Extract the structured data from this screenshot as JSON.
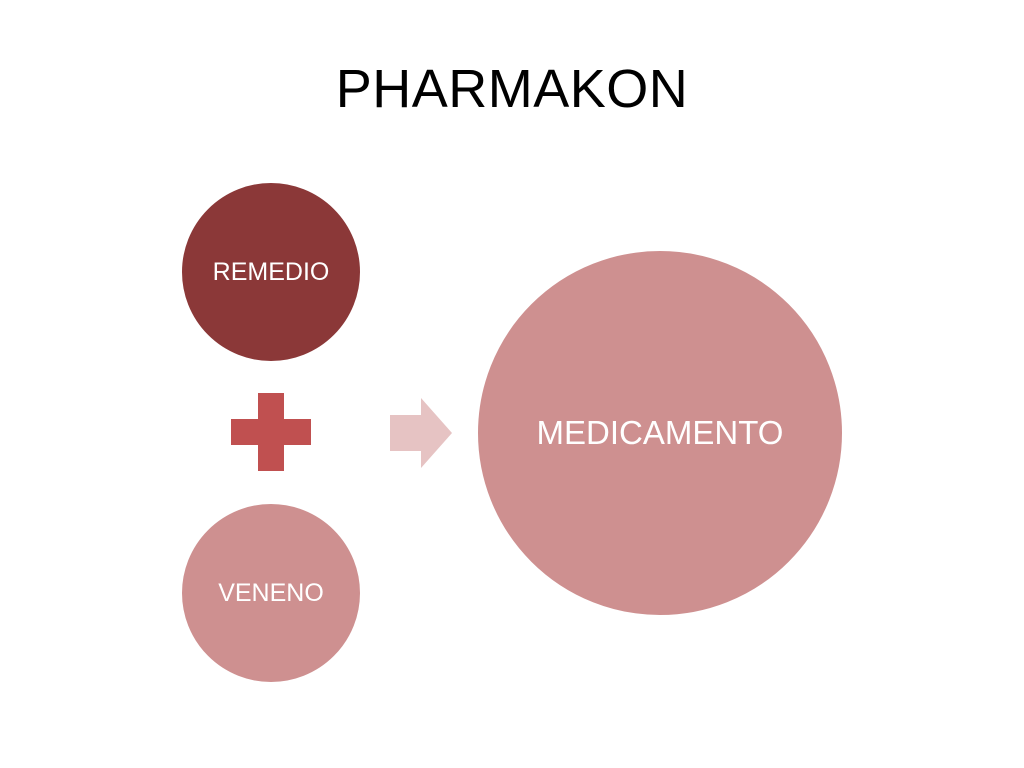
{
  "slide": {
    "title": "PHARMAKON"
  },
  "diagram": {
    "nodes": [
      {
        "id": "remedio",
        "label": "REMEDIO",
        "color": "#8B3838"
      },
      {
        "id": "veneno",
        "label": "VENENO",
        "color": "#CE9090"
      },
      {
        "id": "medicamento",
        "label": "MEDICAMENTO",
        "color": "#CE9090"
      }
    ],
    "operator": {
      "icon": "plus-icon",
      "color": "#C05050"
    },
    "connector": {
      "icon": "arrow-right-icon",
      "color": "#E6C3C3"
    }
  }
}
